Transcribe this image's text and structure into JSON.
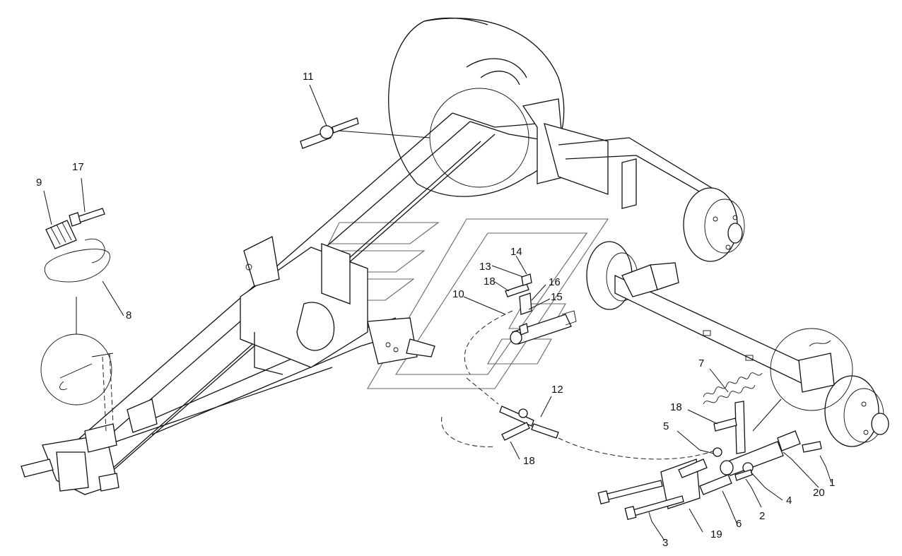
{
  "callouts": [
    {
      "id": "c1",
      "text": "1"
    },
    {
      "id": "c2",
      "text": "2"
    },
    {
      "id": "c3",
      "text": "3"
    },
    {
      "id": "c4",
      "text": "4"
    },
    {
      "id": "c5",
      "text": "5"
    },
    {
      "id": "c6",
      "text": "6"
    },
    {
      "id": "c7",
      "text": "7"
    },
    {
      "id": "c8",
      "text": "8"
    },
    {
      "id": "c9",
      "text": "9"
    },
    {
      "id": "c10",
      "text": "10"
    },
    {
      "id": "c11",
      "text": "11"
    },
    {
      "id": "c12",
      "text": "12"
    },
    {
      "id": "c13",
      "text": "13"
    },
    {
      "id": "c14",
      "text": "14"
    },
    {
      "id": "c15",
      "text": "15"
    },
    {
      "id": "c16",
      "text": "16"
    },
    {
      "id": "c17",
      "text": "17"
    },
    {
      "id": "c18a",
      "text": "18"
    },
    {
      "id": "c18b",
      "text": "18"
    },
    {
      "id": "c18c",
      "text": "18"
    },
    {
      "id": "c19",
      "text": "19"
    },
    {
      "id": "c20",
      "text": "20"
    }
  ]
}
